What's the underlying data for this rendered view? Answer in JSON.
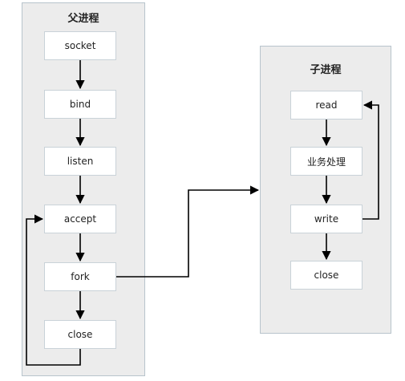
{
  "parent": {
    "title": "父进程",
    "steps": [
      "socket",
      "bind",
      "listen",
      "accept",
      "fork",
      "close"
    ]
  },
  "child": {
    "title": "子进程",
    "steps": [
      "read",
      "业务处理",
      "write",
      "close"
    ]
  }
}
